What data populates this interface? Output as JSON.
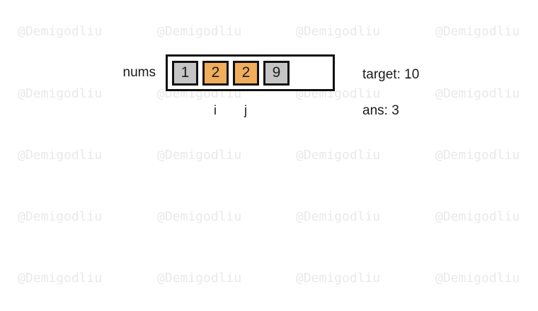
{
  "watermark": {
    "text": "@Demigodliu",
    "color": "#e9e9e9",
    "columns_x": [
      25,
      222,
      418,
      615
    ],
    "rows_y": [
      34,
      122,
      209,
      296,
      383
    ]
  },
  "diagram": {
    "array_label": "nums",
    "cells": [
      {
        "value": "1",
        "state": "default"
      },
      {
        "value": "2",
        "state": "highlight"
      },
      {
        "value": "2",
        "state": "highlight"
      },
      {
        "value": "9",
        "state": "default"
      }
    ],
    "pointer_i": "i",
    "pointer_j": "j",
    "colors": {
      "default": "#c5c5c5",
      "highlight": "#f0ad5a",
      "border": "#111111"
    }
  },
  "info": {
    "target": "target: 10",
    "ans": "ans: 3"
  }
}
